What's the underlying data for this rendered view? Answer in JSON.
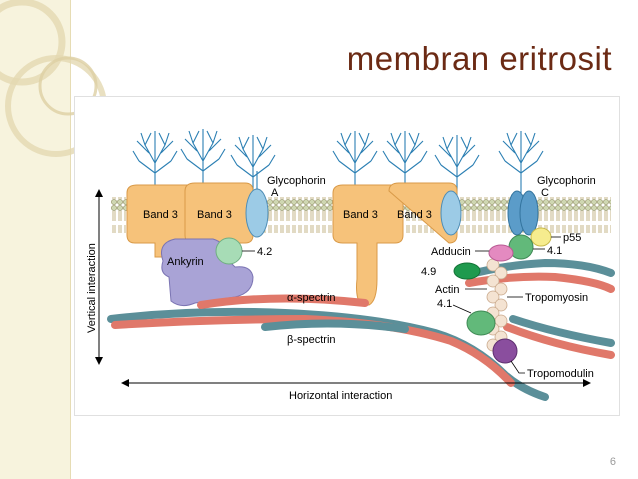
{
  "slide": {
    "title": "membran eritrosit",
    "page_number": "6"
  },
  "figure": {
    "labels": {
      "band3_1": "Band 3",
      "band3_2": "Band 3",
      "band3_3": "Band 3",
      "band3_4": "Band 3",
      "glycophorin_a": "Glycophorin",
      "glycophorin_a_sub": "A",
      "glycophorin_c": "Glycophorin",
      "glycophorin_c_sub": "C",
      "ankyrin": "Ankyrin",
      "protein_42": "4.2",
      "p55": "p55",
      "adducin": "Adducin",
      "protein_41_top": "4.1",
      "protein_49": "4.9",
      "actin": "Actin",
      "protein_41_bottom": "4.1",
      "tropomyosin": "Tropomyosin",
      "tropomodulin": "Tropomodulin",
      "alpha_spectrin": "α-spectrin",
      "beta_spectrin": "β-spectrin",
      "vertical_interaction": "Vertical interaction",
      "horizontal_interaction": "Horizontal interaction"
    },
    "colors": {
      "band3": "#f6c27a",
      "glycophorin": "#9ccbe6",
      "ankyrin": "#a9a3d6",
      "protein42": "#a7dcb6",
      "adducin": "#e48ac0",
      "protein49": "#1f9a4e",
      "protein41": "#62b97a",
      "p55": "#f6ec8e",
      "tropomodulin": "#8a4e9e",
      "spectrin_red": "#e0786a",
      "spectrin_teal": "#5b8f99",
      "sugar": "#2b7fb3",
      "lipid": "#c9b86a"
    }
  }
}
